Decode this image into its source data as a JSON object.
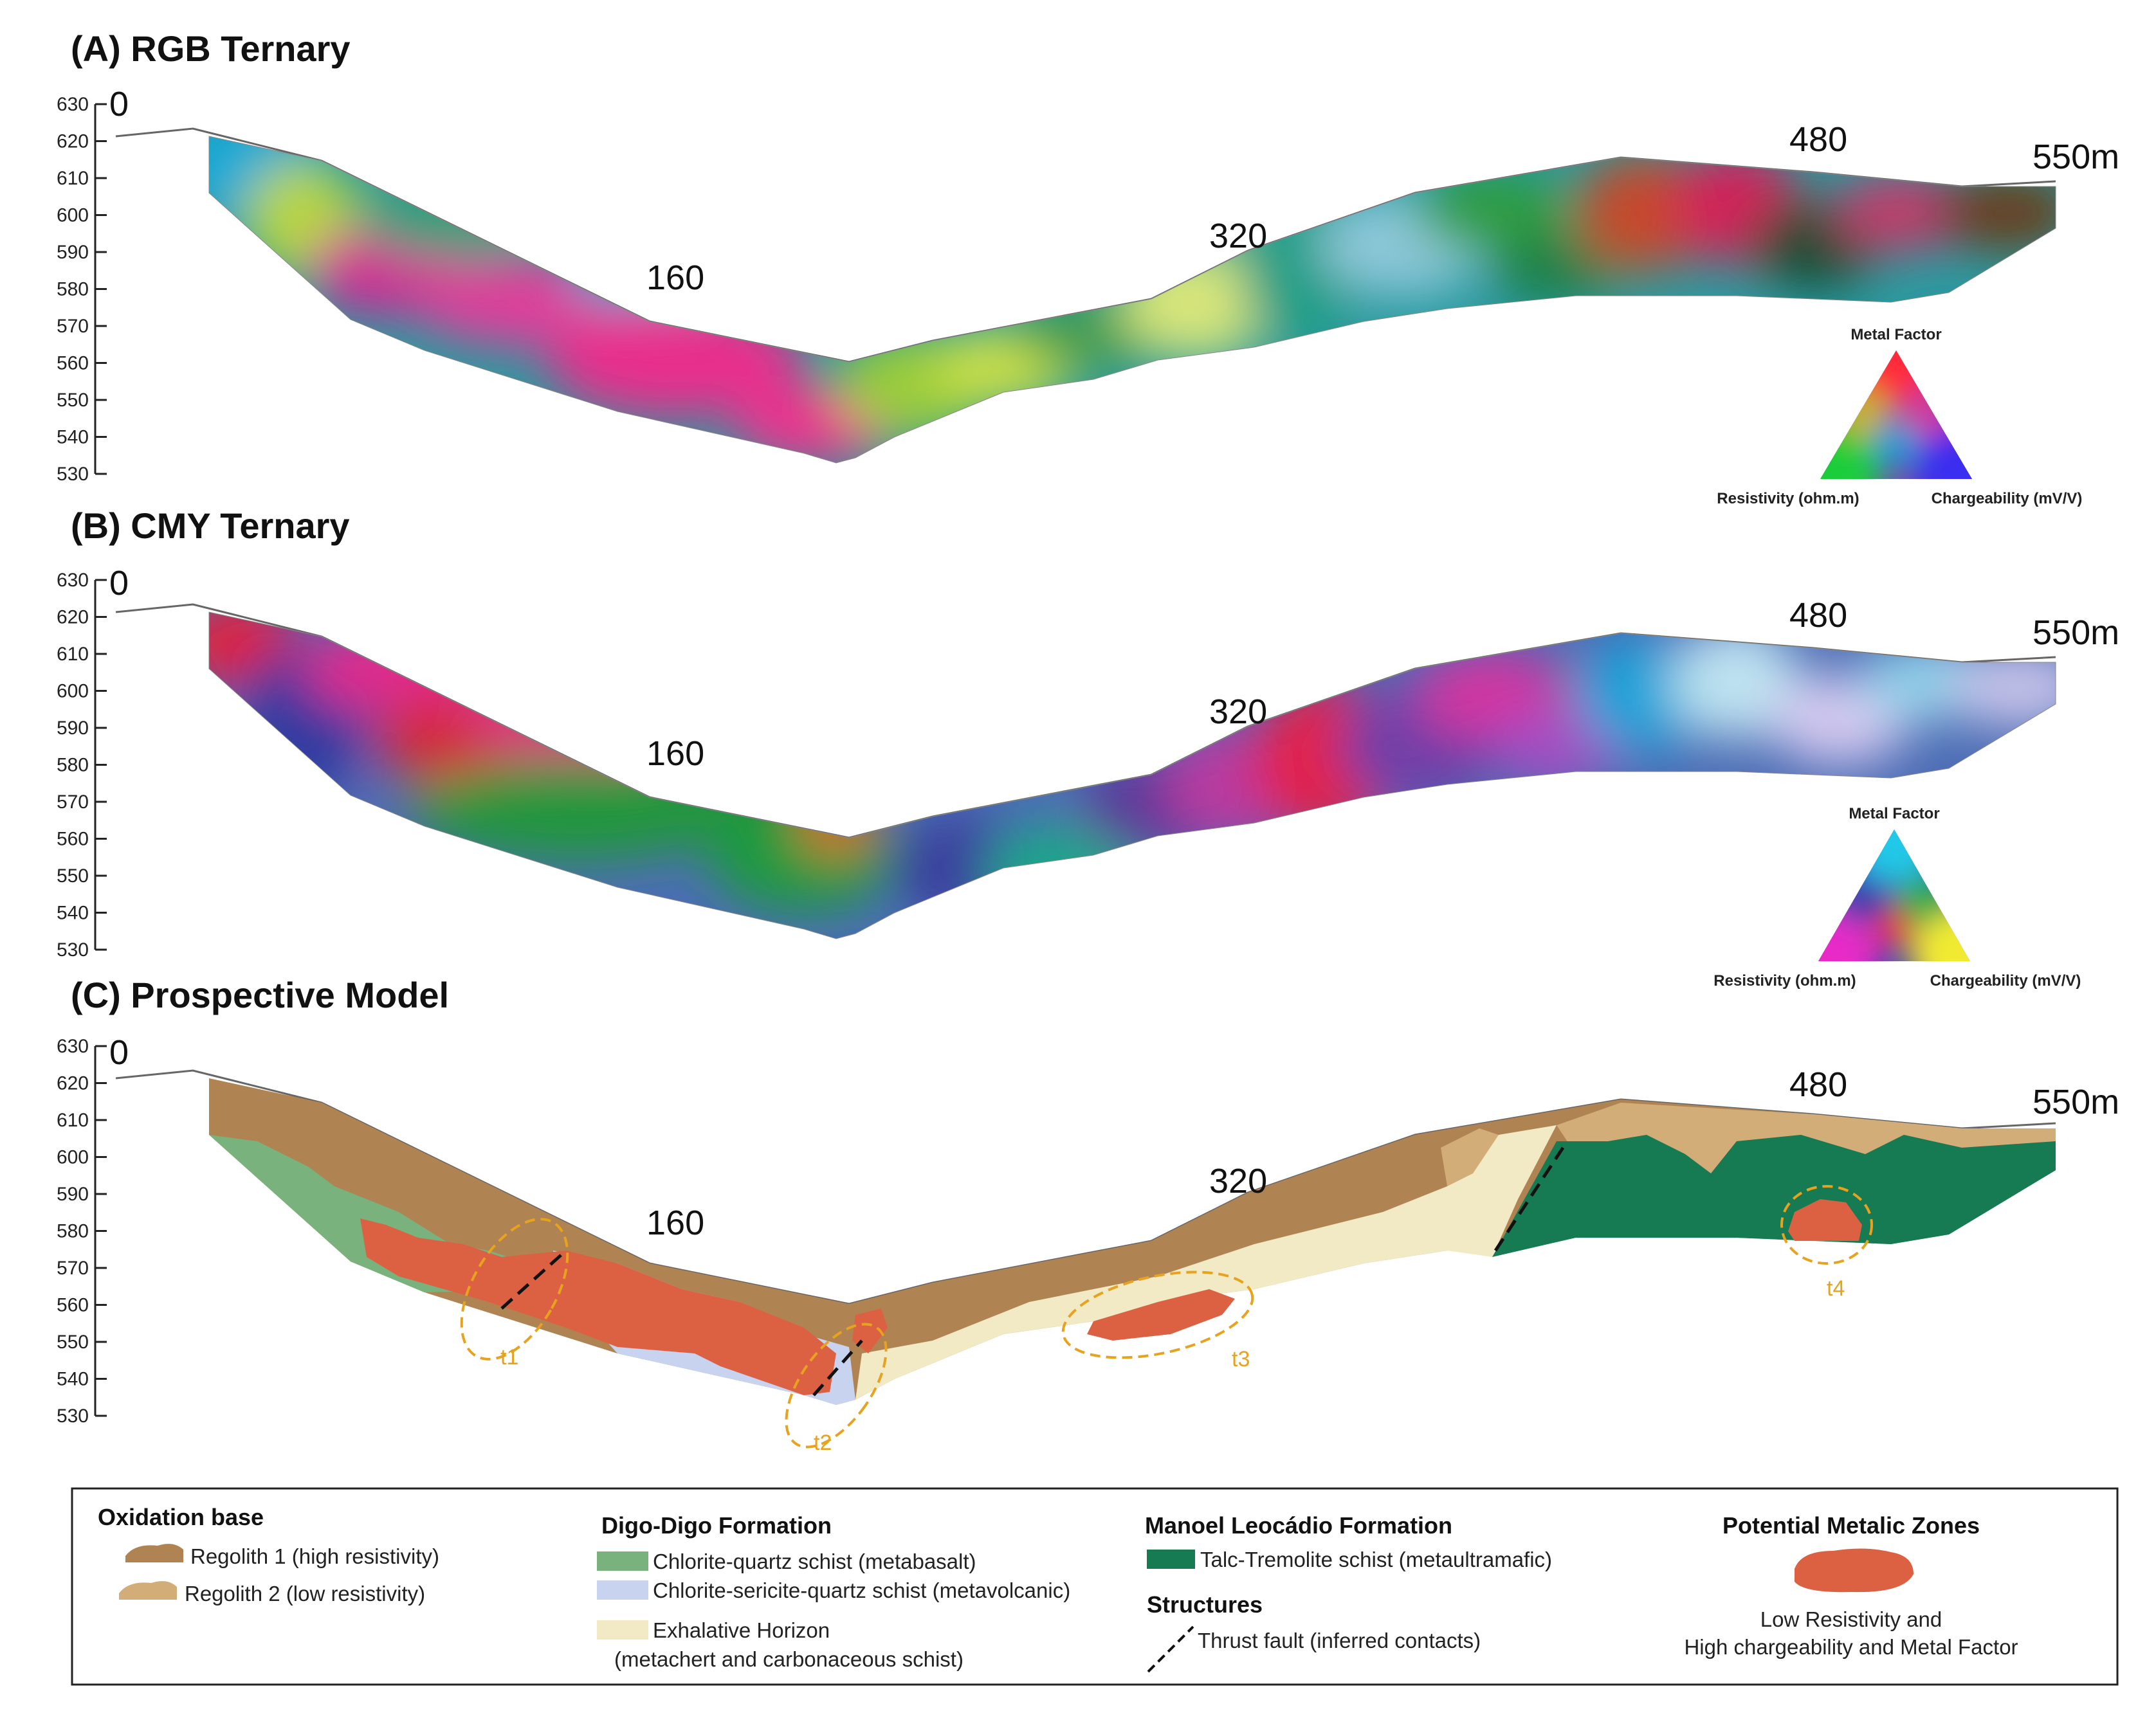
{
  "panels": {
    "a": {
      "title": "(A) RGB Ternary"
    },
    "b": {
      "title": "(B) CMY Ternary"
    },
    "c": {
      "title": "(C) Prospective Model"
    }
  },
  "elevation_ticks": [
    "630",
    "620",
    "610",
    "600",
    "590",
    "580",
    "570",
    "560",
    "550",
    "540",
    "530"
  ],
  "distance_labels": {
    "d0": "0",
    "d160": "160",
    "d320": "320",
    "d480": "480",
    "d550": "550m"
  },
  "rgb_ternary": {
    "top": "Metal Factor",
    "left": "Resistivity (ohm.m)",
    "right": "Chargeability (mV/V)"
  },
  "cmy_ternary": {
    "top": "Metal Factor",
    "left": "Resistivity (ohm.m)",
    "right": "Chargeability (mV/V)"
  },
  "targets": {
    "t1": "t1",
    "t2": "t2",
    "t3": "t3",
    "t4": "t4"
  },
  "legend": {
    "oxidation": {
      "heading": "Oxidation base",
      "regolith1": "Regolith 1 (high resistivity)",
      "regolith2": "Regolith 2 (low resistivity)"
    },
    "digo": {
      "heading": "Digo-Digo Formation",
      "chlorite_quartz": "Chlorite-quartz schist (metabasalt)",
      "chlorite_sericite": "Chlorite-sericite-quartz schist (metavolcanic)",
      "exhalative_1": "Exhalative Horizon",
      "exhalative_2": "(metachert and carbonaceous schist)"
    },
    "manoel": {
      "heading": "Manoel Leocádio Formation",
      "talc": "Talc-Tremolite schist  (metaultramafic)"
    },
    "structures": {
      "heading": "Structures",
      "fault": "Thrust fault (inferred contacts)"
    },
    "metallic": {
      "heading": "Potential Metalic Zones",
      "desc_1": "Low Resistivity and",
      "desc_2": "High chargeability and Metal Factor"
    }
  },
  "colors": {
    "regolith1": "#b08353",
    "regolith2": "#d2ad78",
    "chlorite_quartz": "#79b27d",
    "chlorite_sericite": "#c7d3ef",
    "exhalative": "#f2e9c5",
    "talc": "#167a52",
    "metallic": "#dc6143",
    "target": "#e7a21e"
  }
}
